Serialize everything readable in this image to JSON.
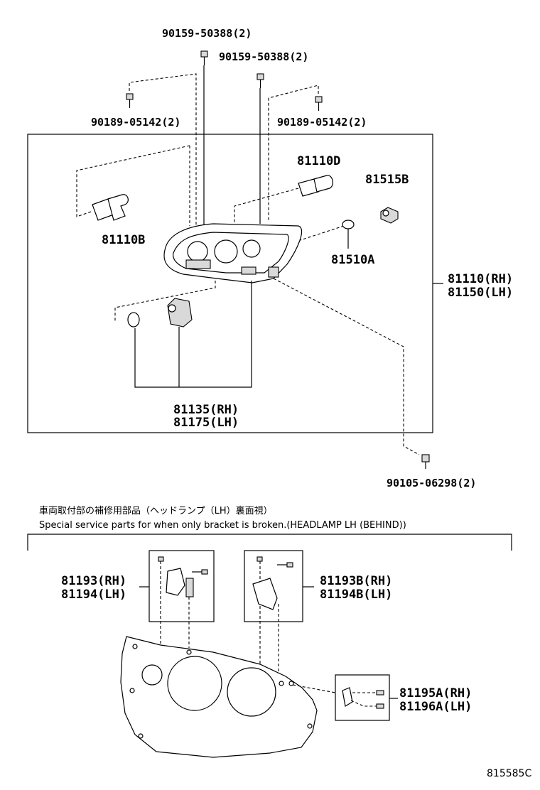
{
  "labels": {
    "bolt_top1": "90159-50388(2)",
    "bolt_top2": "90159-50388(2)",
    "screw_left": "90189-05142(2)",
    "screw_right": "90189-05142(2)",
    "bulb_right": "81110D",
    "bulb_small": "81515B",
    "bulb_left": "81110B",
    "socket": "81510A",
    "assy_rh": "81110(RH)",
    "assy_lh": "81150(LH)",
    "cover_rh": "81135(RH)",
    "cover_lh": "81175(LH)",
    "screw_bottom": "90105-06298(2)",
    "bracket1_rh": "81193(RH)",
    "bracket1_lh": "81194(LH)",
    "bracket2_rh": "81193B(RH)",
    "bracket2_lh": "81194B(LH)",
    "bracket3_rh": "81195A(RH)",
    "bracket3_lh": "81196A(LH)"
  },
  "notes": {
    "japanese": "車両取付部の補修用部品（ヘッドランプ（LH）裏面視）",
    "english": "Special service parts for when only bracket is broken.(HEADLAMP LH (BEHIND))"
  },
  "figure_code": "815585C"
}
